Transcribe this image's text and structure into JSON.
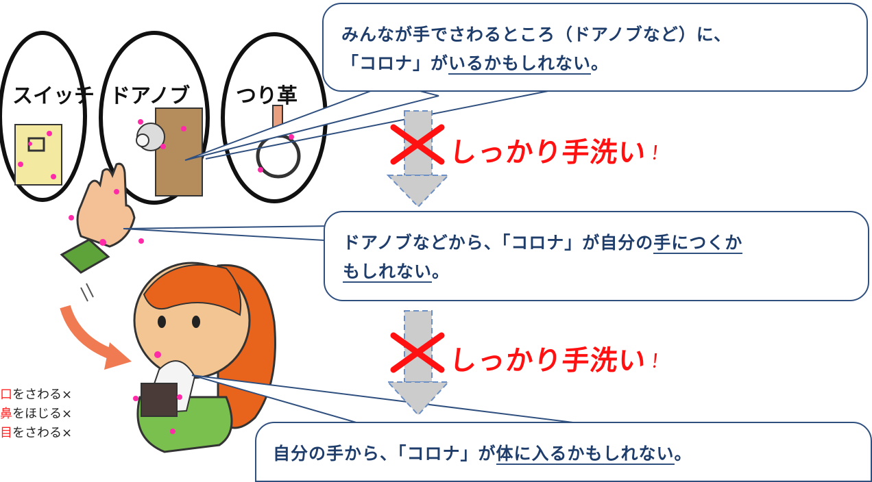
{
  "callouts": [
    {
      "line1": "みんなが手でさわるところ（ドアノブなど）に、",
      "line2_plain": "「コロナ」が",
      "line2_under": "いるかもしれない",
      "line2_end": "。"
    },
    {
      "line1_plain": "ドアノブなどから、「コロナ」が自分の",
      "line1_under": "手につくか",
      "line2_under": "もしれない",
      "line2_end": "。"
    },
    {
      "plain": "自分の手から、「コロナ」が",
      "under": "体に入るかもしれない",
      "end": "。"
    }
  ],
  "wash": {
    "label": "しっかり手洗い",
    "bang": "！"
  },
  "signs": [
    "スイッチ",
    "ドアノブ",
    "つり革"
  ],
  "side_list": [
    {
      "key": "口",
      "rest": "をさわる×"
    },
    {
      "key": "鼻",
      "rest": "をほじる×"
    },
    {
      "key": "目",
      "rest": "をさわる×"
    }
  ],
  "colors": {
    "accent": "#ff1111",
    "callout_border": "#2f4f7f",
    "arrow": "#cccccc"
  }
}
